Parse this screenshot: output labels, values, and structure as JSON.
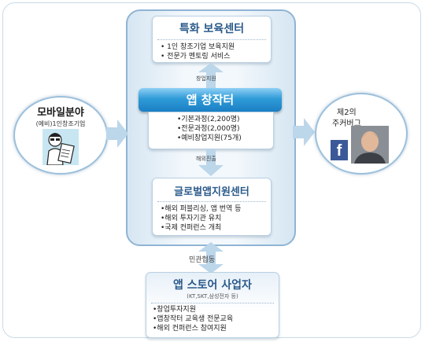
{
  "top_box": {
    "title": "특화 보육센터",
    "items": [
      "• 1인 창조기업 보육지원",
      "• 전문가 멘토링 서비스"
    ]
  },
  "arrow_label_up": "창업지원",
  "app_center": {
    "title": "앱 창작터",
    "items": [
      "•기본과정(2,200명)",
      "•전문과정(2,000명)",
      "•예비창업지원(75개)"
    ]
  },
  "arrow_label_down": "해외진출",
  "global_box": {
    "title": "글로벌앱지원센터",
    "items": [
      "•해외 퍼블리싱, 앱 번역 등",
      "•해외 투자기관 유치",
      "•국제 컨퍼런스 개최"
    ]
  },
  "arrow_label_bottom": "민관협동",
  "store_box": {
    "title": "앱 스토어 사업자",
    "subtitle": "(KT,SKT,삼성전자 등)",
    "items": [
      "•창업투자지원",
      "•앱창작터 교육생 전문교육",
      "•해외 컨퍼런스 참여지원"
    ]
  },
  "left_circle": {
    "title": "모바일분야",
    "subtitle": "(예비)1인창조기업"
  },
  "right_circle": {
    "title": "제2의",
    "subtitle": "주커버그",
    "icon": "f"
  },
  "colors": {
    "accent": "#1b7fc4",
    "title_blue": "#2b5a8a",
    "facebook": "#3b5998"
  }
}
